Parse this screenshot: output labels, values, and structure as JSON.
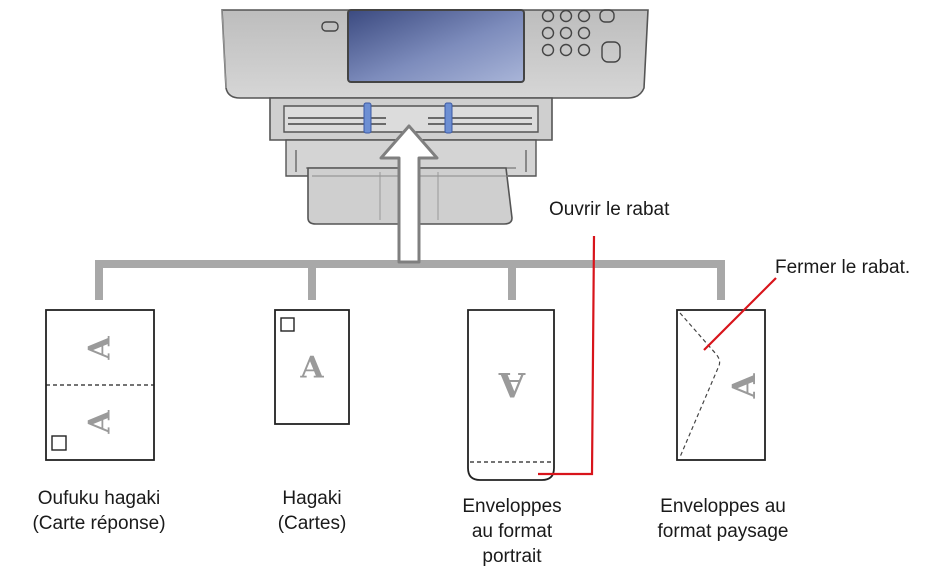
{
  "printer": {
    "mark_letter": "A"
  },
  "callouts": {
    "open_flap": "Ouvrir le rabat",
    "close_flap": "Fermer le rabat."
  },
  "media": [
    {
      "id": "oufuku-hagaki",
      "caption_lines": [
        "Oufuku hagaki",
        "(Carte réponse)"
      ]
    },
    {
      "id": "hagaki",
      "caption_lines": [
        "Hagaki",
        "(Cartes)"
      ]
    },
    {
      "id": "envelope-portrait",
      "caption_lines": [
        "Enveloppes",
        "au format",
        "portrait"
      ]
    },
    {
      "id": "envelope-landscape",
      "caption_lines": [
        "Enveloppes au",
        "format paysage"
      ]
    }
  ],
  "colors": {
    "connector_gray": "#a8a8a8",
    "arrow_outline": "#7f7f7f",
    "callout_red": "#d8141b",
    "printer_body": "#c9c9c9",
    "display_blue": "#5f6f9f",
    "guide_blue": "#6d8fd3",
    "mark_gray": "#9a9a9a"
  }
}
